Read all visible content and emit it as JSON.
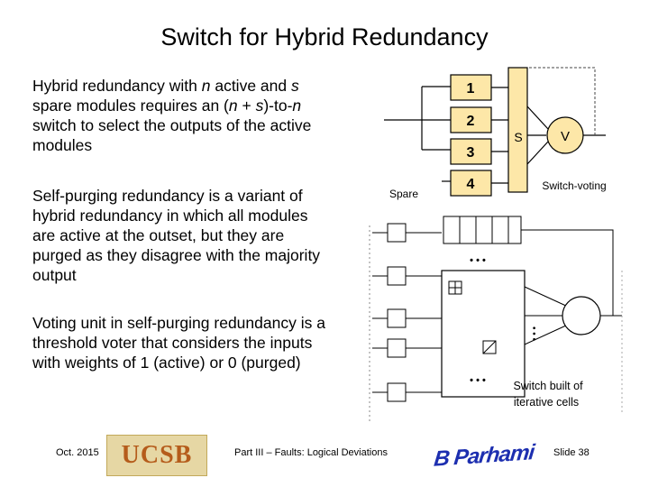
{
  "slide": {
    "title": "Switch for Hybrid Redundancy",
    "paragraphs": {
      "p1": {
        "a": "Hybrid redundancy with ",
        "n1": "n",
        "b": " active and ",
        "s1": "s",
        "c": " spare modules requires an (",
        "n2": "n",
        "d": " + ",
        "s2": "s",
        "e": ")-to-",
        "n3": "n",
        "f": " switch to select the outputs of the active modules"
      },
      "p2": "Self-purging redundancy is a variant of hybrid redundancy in which all modules are active at the outset, but they are purged as they disagree with the majority output",
      "p3": "Voting unit in self-purging redundancy is a threshold voter that considers the inputs with weights of 1 (active) or 0 (purged)"
    },
    "diagram": {
      "modules": [
        "1",
        "2",
        "3",
        "4"
      ],
      "switch_label": "S",
      "voter_label": "V",
      "spare_label": "Spare",
      "switch_voting_label": "Switch-voting",
      "cell_switch_caption_1": "Switch built of",
      "cell_switch_caption_2": "iterative cells",
      "dots": "• • •"
    },
    "footer": {
      "date": "Oct. 2015",
      "logo_text": "UCSB",
      "course": "Part III – Faults: Logical Deviations",
      "author_logo": "B Parhami",
      "slide_number": "Slide 38"
    }
  }
}
